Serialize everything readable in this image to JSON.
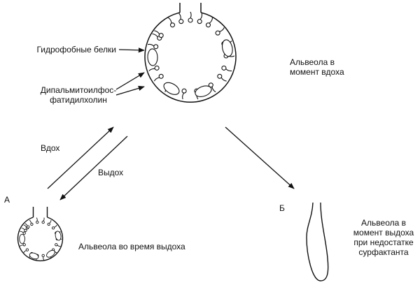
{
  "labels": {
    "hydrophobic_proteins": "Гидрофобные белки",
    "dppc_line1": "Дипальмитоилфос-",
    "dppc_line2": "фатидилхолин",
    "alveola_inhale_line1": "Альвеола в",
    "alveola_inhale_line2": "момент вдоха",
    "inhale": "Вдох",
    "exhale": "Выдох",
    "letter_a": "А",
    "letter_b": "Б",
    "alveola_exhale": "Альвеола во время выдоха",
    "deficit_line1": "Альвеола в",
    "deficit_line2": "момент выдоха",
    "deficit_line3": "при недостатке",
    "deficit_line4": "сурфактанта"
  }
}
